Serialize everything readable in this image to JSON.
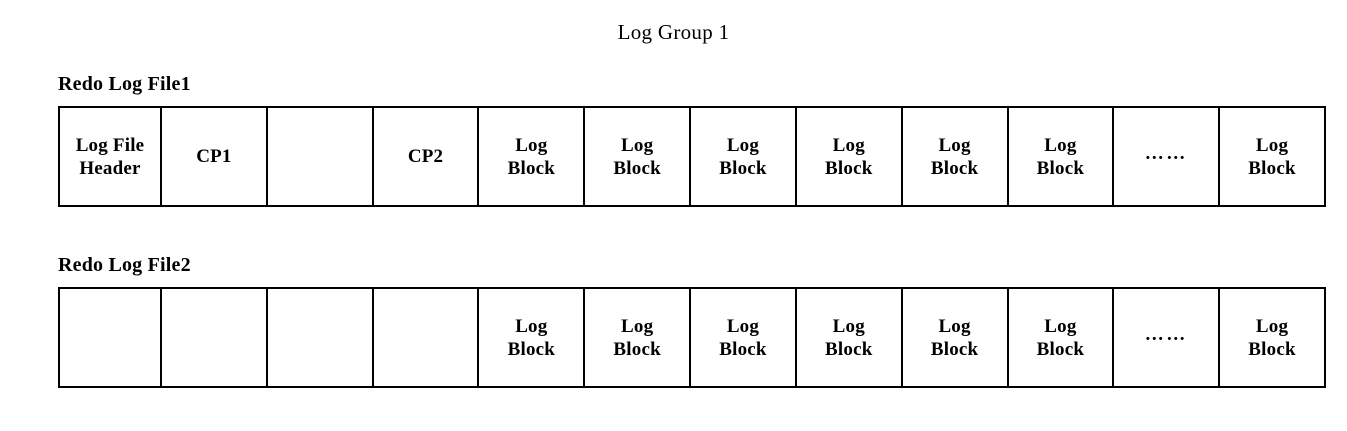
{
  "figure": {
    "title": "Log Group 1",
    "background_color": "#ffffff",
    "line_color": "#000000",
    "text_color": "#000000"
  },
  "rows": [
    {
      "label": "Redo Log File1",
      "cells": [
        "Log File\nHeader",
        "CP1",
        "",
        "CP2",
        "Log\nBlock",
        "Log\nBlock",
        "Log\nBlock",
        "Log\nBlock",
        "Log\nBlock",
        "Log\nBlock",
        "……",
        "Log\nBlock"
      ]
    },
    {
      "label": "Redo Log File2",
      "cells": [
        "",
        "",
        "",
        "",
        "Log\nBlock",
        "Log\nBlock",
        "Log\nBlock",
        "Log\nBlock",
        "Log\nBlock",
        "Log\nBlock",
        "……",
        "Log\nBlock"
      ]
    }
  ]
}
